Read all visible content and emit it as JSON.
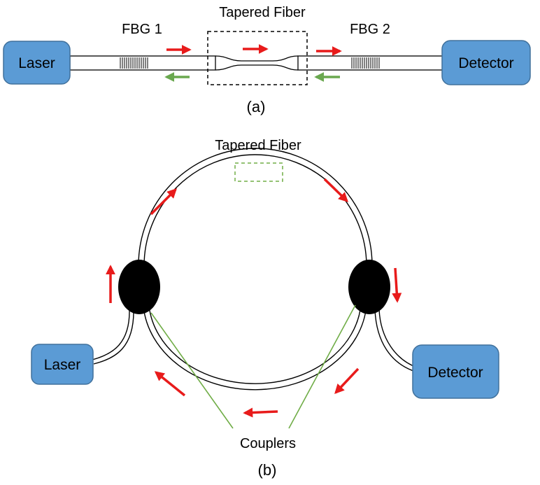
{
  "panel_a": {
    "laser_label": "Laser",
    "detector_label": "Detector",
    "fbg1_label": "FBG 1",
    "fbg2_label": "FBG 2",
    "tapered_label": "Tapered Fiber",
    "caption": "(a)"
  },
  "panel_b": {
    "tapered_label": "Tapered Fiber",
    "laser_label": "Laser",
    "detector_label": "Detector",
    "couplers_label": "Couplers",
    "caption": "(b)"
  },
  "colors": {
    "box_fill": "#5b9bd5",
    "box_stroke": "#41719c",
    "forward_arrow": "#e81b1b",
    "backward_arrow": "#6aa84f",
    "coupler_line": "#70ad47",
    "tapered_box_b": "#70ad47"
  }
}
